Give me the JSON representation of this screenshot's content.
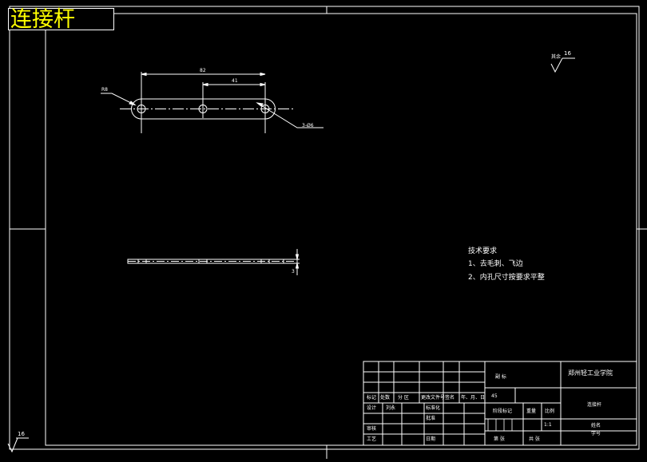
{
  "drawing": {
    "part_name": "连接杆",
    "roughness_corner": "16",
    "roughness_other": {
      "label": "其余",
      "value": "16"
    }
  },
  "dimensions": {
    "overall_center": "82",
    "half_center": "41",
    "end_radius": "R8",
    "hole_callout": "3-Ø6",
    "thickness": "3"
  },
  "tech_requirements": {
    "heading": "技术要求",
    "items": [
      "1、去毛刺、飞边",
      "2、内孔尺寸按要求平整"
    ]
  },
  "title_block": {
    "school": "郑州轻工业学院",
    "drawing_name": "连接杆",
    "rev_headers": [
      "标记",
      "处数",
      "分  区",
      "更改文件号",
      "签名",
      "年、月、日"
    ],
    "roles": [
      "设计",
      "审核",
      "工艺"
    ],
    "role_extra": [
      "标准化",
      "批准",
      "日期"
    ],
    "designer": "刘永",
    "stage_mark": "阶段标记",
    "weight": "重量",
    "scale": "比例",
    "scale_value": "1:1",
    "material": "45",
    "sheets_total": "共  张",
    "sheet_no": "第  张",
    "name_label": "姓名",
    "id_label": "学号",
    "extra_label": "副  标"
  }
}
